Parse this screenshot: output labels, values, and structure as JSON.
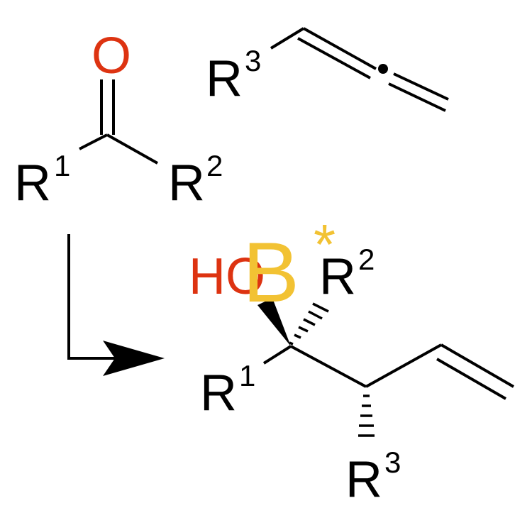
{
  "colors": {
    "ink": "#000000",
    "oxygen": "#dd3311",
    "catalyst": "#f2c233"
  },
  "reactants": {
    "ketone": {
      "oxygen": "O",
      "left_group": {
        "base": "R",
        "sup": "1"
      },
      "right_group": {
        "base": "R",
        "sup": "2"
      }
    },
    "allene": {
      "group": {
        "base": "R",
        "sup": "3"
      }
    }
  },
  "catalyst": {
    "letter": "B",
    "mark": "*"
  },
  "product": {
    "hydroxyl": "HO",
    "r2": {
      "base": "R",
      "sup": "2"
    },
    "r1": {
      "base": "R",
      "sup": "1"
    },
    "r3": {
      "base": "R",
      "sup": "3"
    }
  }
}
